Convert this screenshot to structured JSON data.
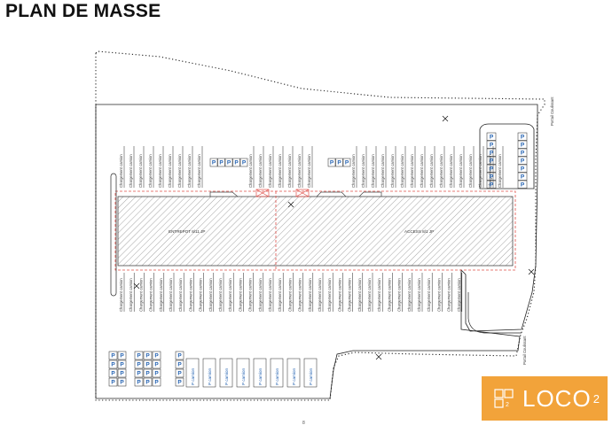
{
  "title": "PLAN DE MASSE",
  "colors": {
    "accent": "#f2a33a",
    "outline": "#222222",
    "dashed_red": "#e0504a",
    "parking_blue": "#1f5fb0",
    "hatch": "#9a9a9a"
  },
  "buildings": {
    "left_label": "ENTREPOT 8/11 JP",
    "right_label": "ACCESS 8/1 JP"
  },
  "loading_dock_label": "Chargement camion",
  "parking_symbol": "P",
  "parking_truck_label": "P camion",
  "portals": {
    "top_right": "Portail Coulissant",
    "bottom_right": "Portail Coulissant"
  },
  "logo": {
    "brand": "LOCO",
    "superscript": "2",
    "icon": "loco-squares-icon"
  },
  "page_number": "8"
}
